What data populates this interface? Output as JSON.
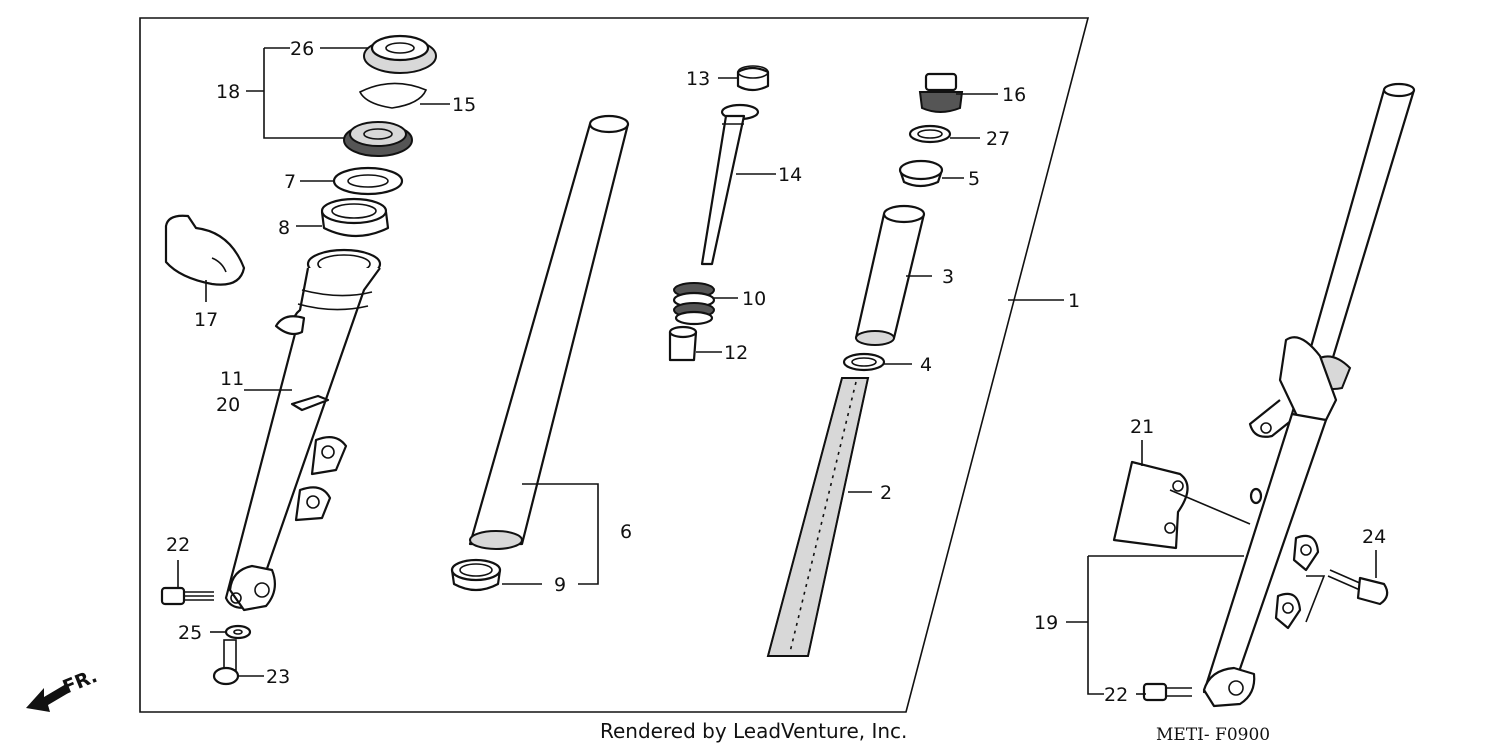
{
  "callouts": {
    "c1": "1",
    "c2": "2",
    "c3": "3",
    "c4": "4",
    "c5": "5",
    "c6": "6",
    "c7": "7",
    "c8": "8",
    "c9": "9",
    "c10": "10",
    "c11": "11",
    "c12": "12",
    "c13": "13",
    "c14": "14",
    "c15": "15",
    "c16": "16",
    "c17": "17",
    "c18": "18",
    "c19": "19",
    "c20": "20",
    "c21": "21",
    "c22a": "22",
    "c22b": "22",
    "c23": "23",
    "c24": "24",
    "c25": "25",
    "c26": "26",
    "c27": "27"
  },
  "direction_label": "FR.",
  "footer": {
    "credit": "Rendered by LeadVenture, Inc.",
    "diagram_code": "METI- F0900"
  }
}
